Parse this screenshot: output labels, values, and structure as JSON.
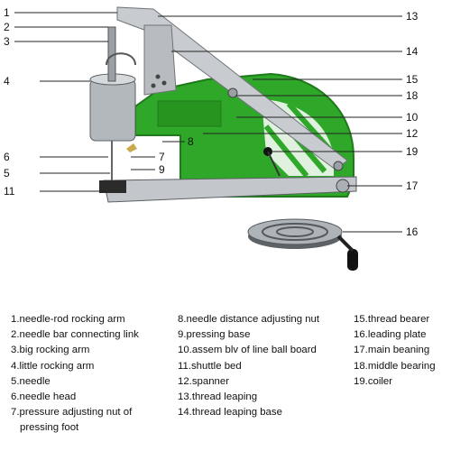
{
  "colors": {
    "frame_green": "#2fa82a",
    "frame_dark_green": "#1f7a1c",
    "steel": "#b8bcc0",
    "steel_dark": "#6f7479",
    "handle_black": "#111111"
  },
  "callouts": [
    "1",
    "2",
    "3",
    "4",
    "5",
    "6",
    "7",
    "8",
    "9",
    "10",
    "11",
    "12",
    "13",
    "14",
    "15",
    "16",
    "17",
    "18",
    "19"
  ],
  "legend": {
    "col1": [
      "1.needle-rod rocking arm",
      "2.needle bar connecting link",
      "3.big rocking arm",
      "4.little rocking arm",
      "5.needle",
      "6.needle head",
      "7.pressure adjusting nut of",
      "pressing foot"
    ],
    "col2": [
      "8.needle distance adjusting nut",
      "9.pressing base",
      "10.assem blv of line ball board",
      "11.shuttle bed",
      "12.spanner",
      "13.thread leaping",
      "14.thread leaping base"
    ],
    "col3": [
      "15.thread bearer",
      "16.leading plate",
      "17.main beaning",
      "18.middle bearing",
      "19.coiler"
    ]
  }
}
